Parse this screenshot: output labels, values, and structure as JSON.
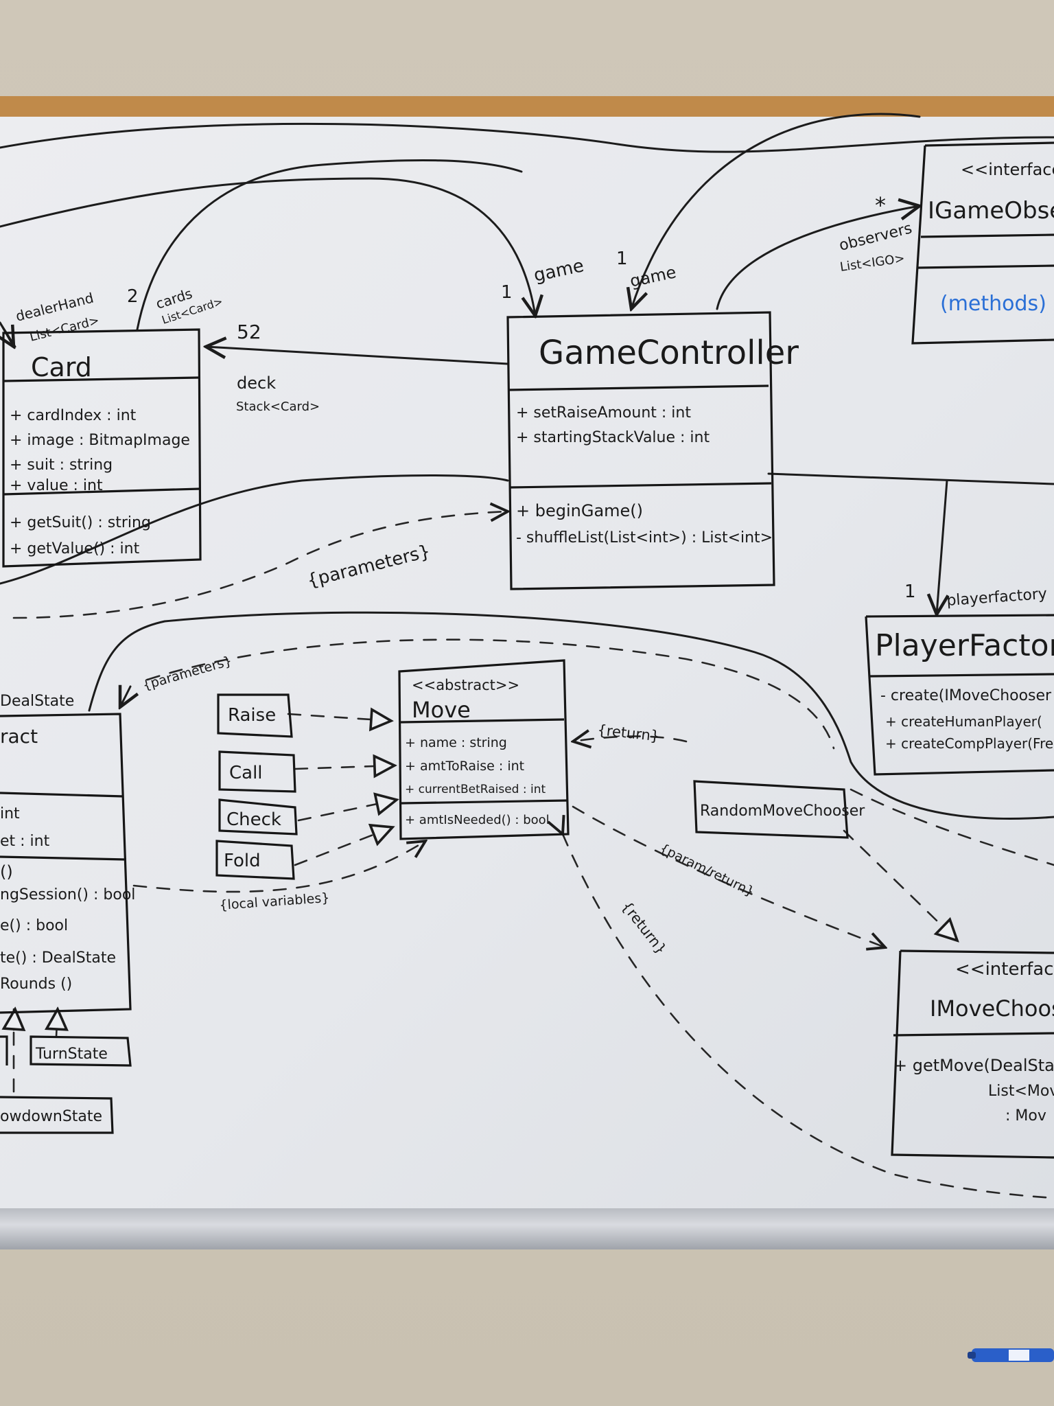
{
  "colors": {
    "ink": "#1a1a1a",
    "blue_ink": "#2a6fd6",
    "cork": "#c08a4a",
    "board": "#e9eaee"
  },
  "classes": {
    "card": {
      "name": "Card",
      "attributes": [
        "+ cardIndex : int",
        "+ image : BitmapImage",
        "+ suit : string",
        "+ value : int"
      ],
      "methods": [
        "+ getSuit() : string",
        "+ getValue() : int"
      ]
    },
    "game_controller": {
      "name": "GameController",
      "attributes": [
        "+ setRaiseAmount : int",
        "+ startingStackValue : int"
      ],
      "methods": [
        "+ beginGame()",
        "- shuffleList(List<int>) : List<int>"
      ]
    },
    "game_observer": {
      "stereotype": "<<interface>>",
      "name": "IGameObserve",
      "methods_note": "(methods)"
    },
    "player_factory": {
      "name": "PlayerFactory",
      "methods": [
        "- create(IMoveChooser",
        "+ createHumanPlayer(",
        "+ createCompPlayer(Fre"
      ]
    },
    "move": {
      "stereotype": "<<abstract>>",
      "name": "Move",
      "attributes": [
        "+ name : string",
        "+ amtToRaise : int",
        "+ currentBetRaised : int"
      ],
      "methods": [
        "+ amtIsNeeded() : bool"
      ]
    },
    "deal_state": {
      "label_top": "DealState",
      "name": "ract",
      "attributes": [
        "int",
        "et : int"
      ],
      "methods": [
        "()",
        "ngSession() : bool",
        "e() : bool",
        "te() : DealState",
        "Rounds ()"
      ]
    },
    "move_chooser": {
      "stereotype": "<<interfac",
      "name": "IMoveChooser",
      "methods": [
        "+ getMove(DealState",
        "List<Mov",
        ": Mov"
      ]
    },
    "random_move_chooser": {
      "name": "RandomMoveChooser"
    },
    "moves": [
      "Raise",
      "Call",
      "Check",
      "Fold"
    ],
    "turn_state": {
      "name": "TurnState"
    },
    "showdown_state": {
      "name": "owdownState"
    }
  },
  "labels": {
    "dealer_hand": "dealerHand",
    "dealer_hand_type": "List<Card>",
    "two": "2",
    "cards": "cards",
    "cards_type": "List<Card>",
    "fifty_two": "52",
    "deck": "deck",
    "deck_type": "Stack<Card>",
    "one_a": "1",
    "game_a": "game",
    "one_b": "1",
    "game_b": "game",
    "star": "*",
    "observers": "observers",
    "observers_type": "List<IGO>",
    "parameters_1": "{parameters}",
    "parameters_2": "{parameters}",
    "one_c": "1",
    "player_factory": "playerfactory",
    "return_1": "{return}",
    "param_return": "{param/return}",
    "return_2": "{return}",
    "local_variables": "{local variables}"
  }
}
